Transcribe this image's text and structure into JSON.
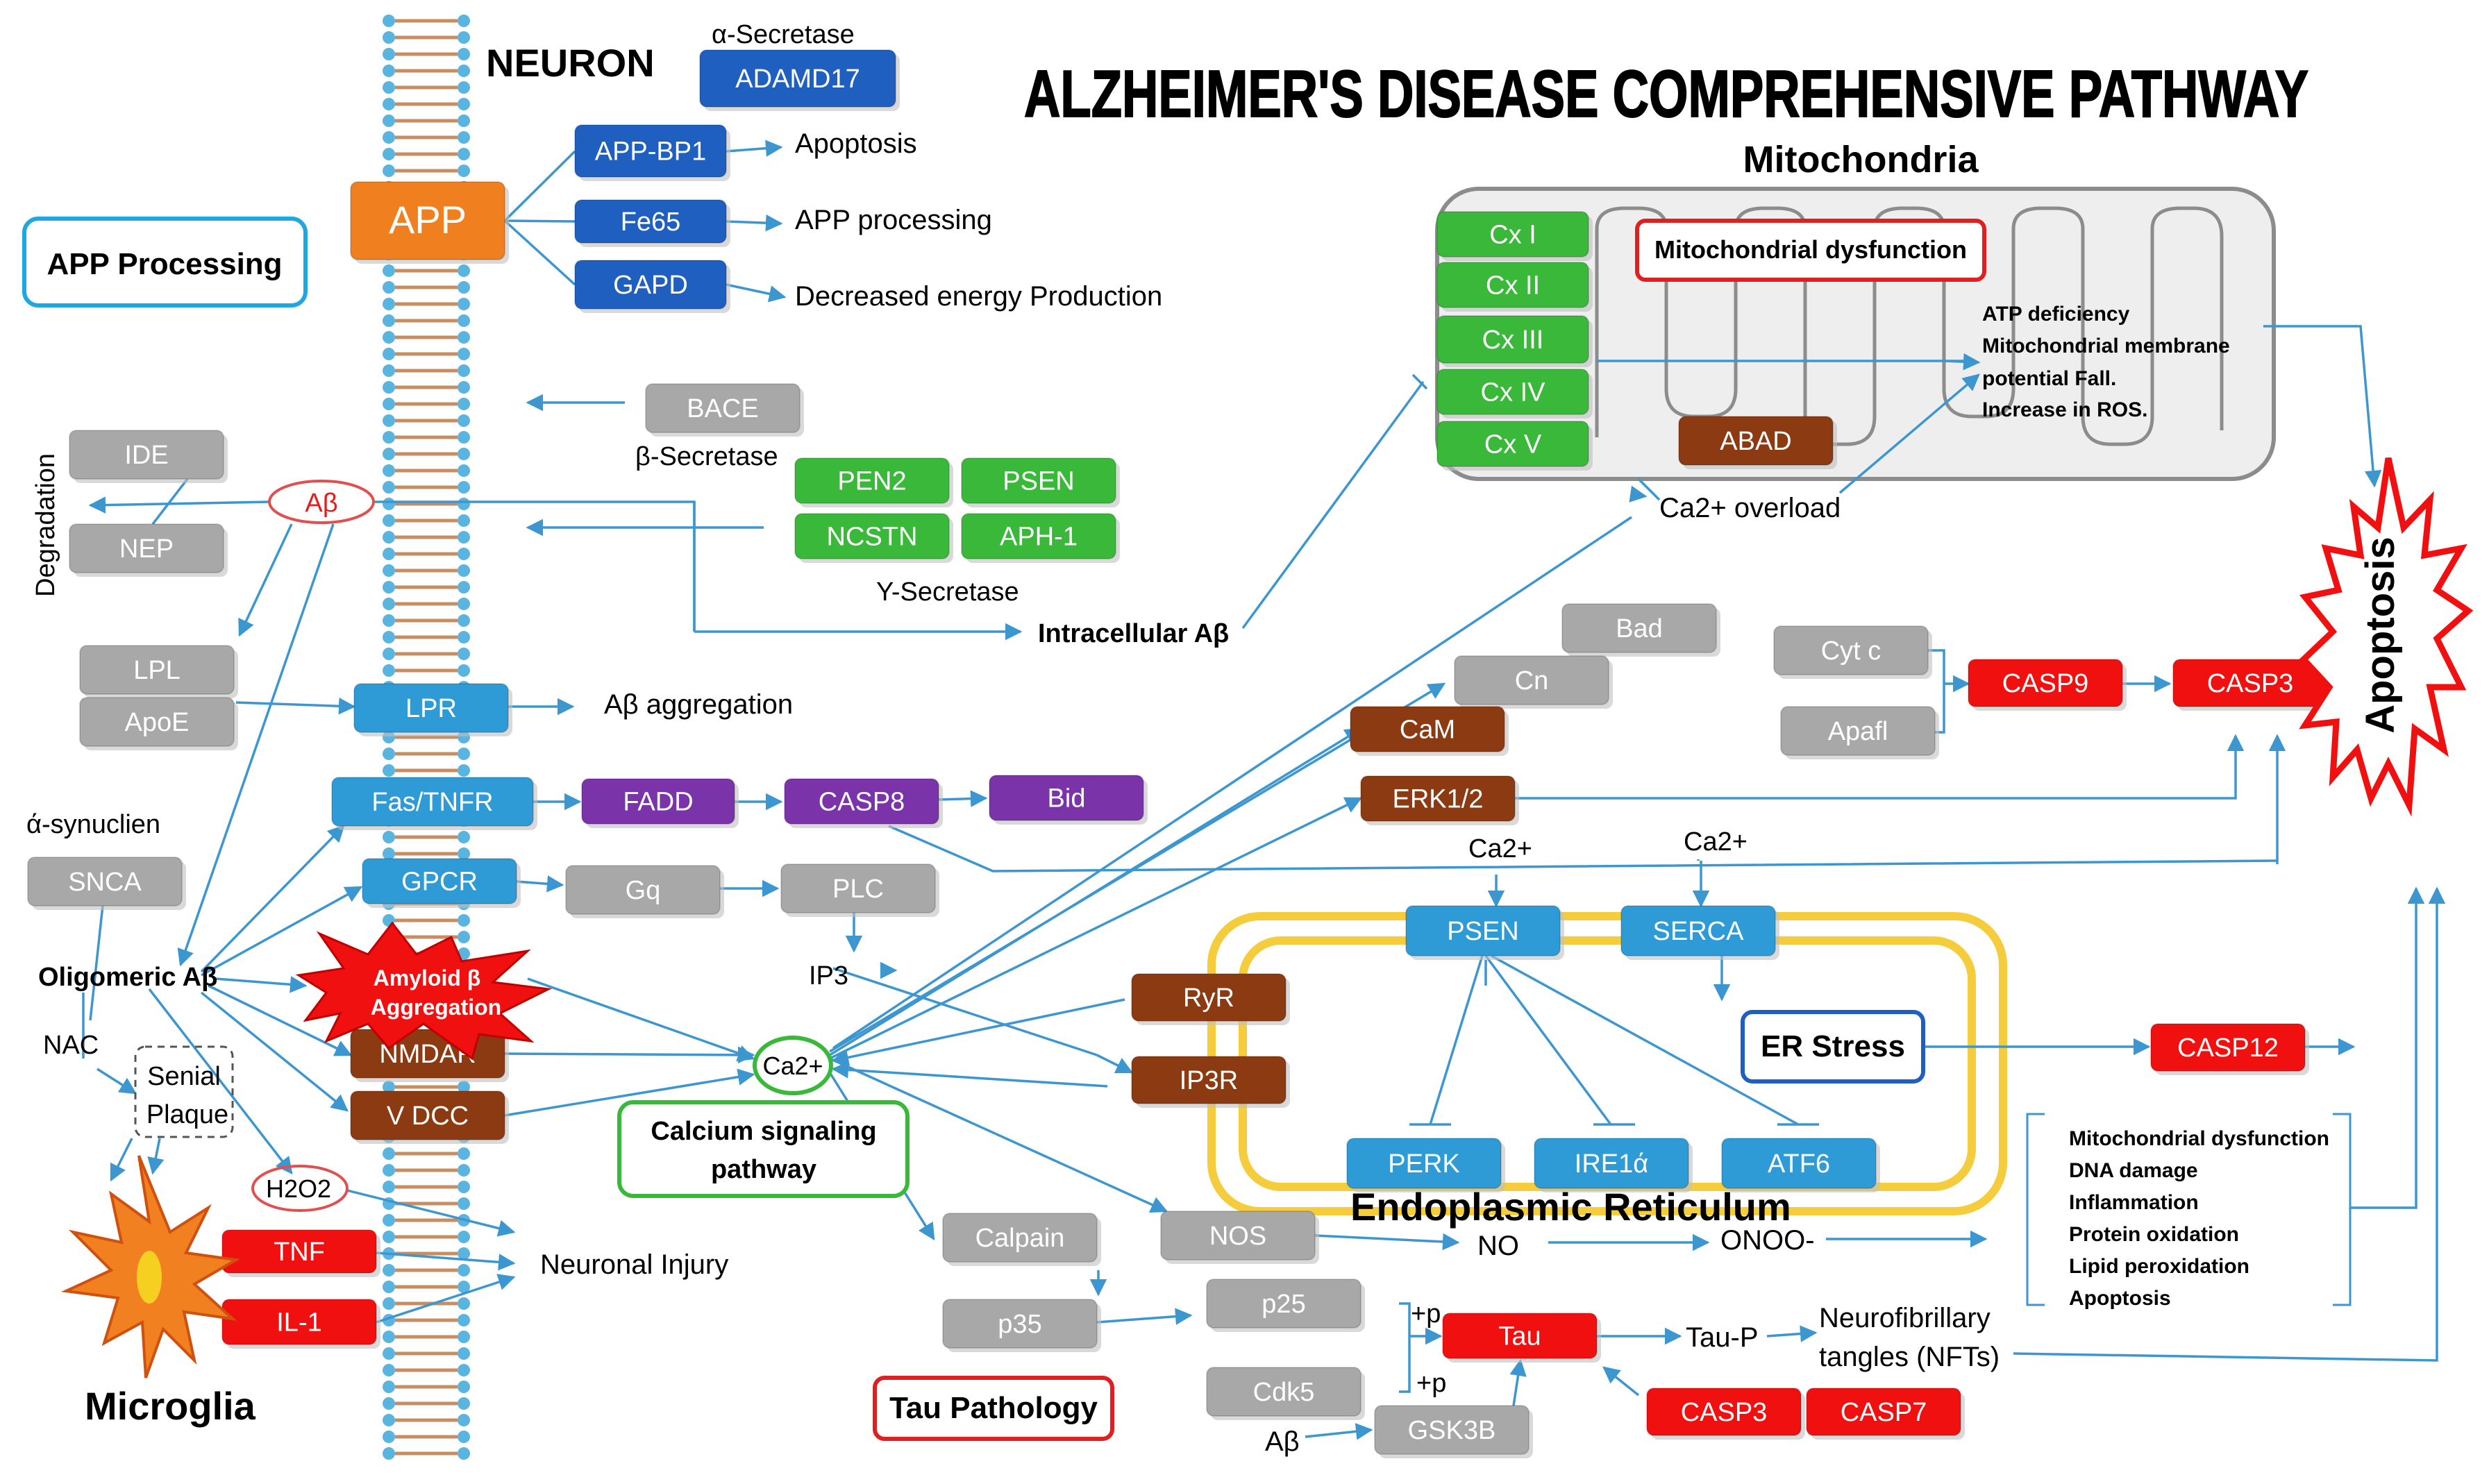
{
  "title": "ALZHEIMER'S DISEASE COMPREHENSIVE PATHWAY",
  "labels": {
    "neuron": "NEURON",
    "alpha_secretase": "α-Secretase",
    "beta_secretase": "β-Secretase",
    "gamma_secretase": "Υ-Secretase",
    "apoptosis_small": "Apoptosis",
    "app_processing_small": "APP processing",
    "decreased_energy": "Decreased energy Production",
    "mitochondria": "Mitochondria",
    "degradation": "Degradation",
    "intracellular_ab": "Intracellular Aβ",
    "ab_aggregation": "Aβ aggregation",
    "alpha_synuclien": "ά-synuclien",
    "oligomeric_ab": "Oligomeric Aβ",
    "nac": "NAC",
    "senial": "Senial",
    "plaque": "Plaque",
    "h2o2": "H2O2",
    "neuronal_injury": "Neuronal Injury",
    "microglia": "Microglia",
    "ip3": "IP3",
    "ca2_a": "Ca2+",
    "ca2_b": "Ca2+",
    "ca2_overload": "Ca2+ overload",
    "er_label": "Endoplasmic Reticulum",
    "no": "NO",
    "onoo": "ONOO-",
    "tau_p": "Tau-P",
    "nft1": "Neurofibrillary",
    "nft2": "tangles (NFTs)",
    "plus_p1": "+p",
    "plus_p2": "+p",
    "ab_bottom": "Aβ",
    "apoptosis_big": "Apoptosis",
    "amyloid1": "Amyloid β",
    "amyloid2": "Aggregation",
    "ca_circle": "Ca2+",
    "ab_oval": "Aβ"
  },
  "boxed_labels": {
    "app_processing": "APP Processing",
    "mito_dysfunction": "Mitochondrial dysfunction",
    "er_stress": "ER Stress",
    "calcium1": "Calcium signaling",
    "calcium2": "pathway",
    "tau_pathology": "Tau Pathology"
  },
  "mito_effects": [
    "ATP deficiency",
    "Mitochondrial  membrane",
    "potential Fall.",
    "Increase in ROS."
  ],
  "consequences": [
    "Mitochondrial  dysfunction",
    "DNA damage",
    "Inflammation",
    "Protein oxidation",
    "Lipid peroxidation",
    "Apoptosis"
  ],
  "nodes": {
    "app": "APP",
    "adamd17": "ADAMD17",
    "app_bp1": "APP-BP1",
    "fe65": "Fe65",
    "gapd": "GAPD",
    "bace": "BACE",
    "ide": "IDE",
    "nep": "NEP",
    "pen2": "PEN2",
    "psen_g": "PSEN",
    "ncstn": "NCSTN",
    "aph1": "APH-1",
    "lpl": "LPL",
    "apoe": "ApoE",
    "lpr": "LPR",
    "fas": "Fas/TNFR",
    "fadd": "FADD",
    "casp8": "CASP8",
    "bid": "Bid",
    "snca": "SNCA",
    "gpcr": "GPCR",
    "gq": "Gq",
    "plc": "PLC",
    "nmdar": "NMDAR",
    "vdcc": "V DCC",
    "tnf": "TNF",
    "il1": "IL-1",
    "cx1": "Cx I",
    "cx2": "Cx II",
    "cx3": "Cx III",
    "cx4": "Cx IV",
    "cx5": "Cx V",
    "abad": "ABAD",
    "bad": "Bad",
    "cn": "Cn",
    "cam": "CaM",
    "erk": "ERK1/2",
    "cytc": "Cyt c",
    "apafl": "Apafl",
    "casp9": "CASP9",
    "casp3a": "CASP3",
    "psen_er": "PSEN",
    "serca": "SERCA",
    "ryr": "RyR",
    "ip3r": "IP3R",
    "casp12": "CASP12",
    "perk": "PERK",
    "ire1": "IRE1ά",
    "atf6": "ATF6",
    "calpain": "Calpain",
    "p35": "p35",
    "nos": "NOS",
    "p25": "p25",
    "cdk5": "Cdk5",
    "tau": "Tau",
    "gsk3b": "GSK3B",
    "casp3b": "CASP3",
    "casp7": "CASP7"
  },
  "colors": {
    "orange": "#F07F1F",
    "dark_blue": "#1F5FBF",
    "light_blue": "#2E9BD6",
    "green": "#3AB83A",
    "gray": "#A8A8A8",
    "purple": "#7A33A8",
    "brown": "#8B3A12",
    "red": "#F01010",
    "arrow": "#3C96D0",
    "er_yellow": "#F5CC3C"
  }
}
